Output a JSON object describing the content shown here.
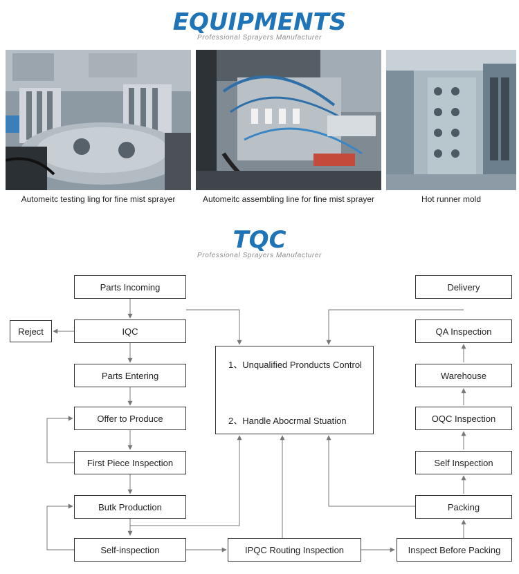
{
  "equipments": {
    "title": "EQUIPMENTS",
    "subtitle": "Professional Sprayers Manufacturer",
    "photos": [
      {
        "caption": "Automeitc testing ling for fine mist sprayer"
      },
      {
        "caption": "Automeitc assembling line for fine mist sprayer"
      },
      {
        "caption": "Hot runner mold"
      }
    ]
  },
  "tqc": {
    "title": "TQC",
    "subtitle": "Professional Sprayers Manufacturer"
  },
  "flow": {
    "left": {
      "parts_incoming": "Parts Incoming",
      "iqc": "IQC",
      "reject": "Reject",
      "parts_entering": "Parts Entering",
      "offer_to_produce": "Offer to Produce",
      "first_piece_inspection": "First Piece Inspection",
      "bulk_production": "Butk Production",
      "self_inspection": "Self-inspection"
    },
    "center": {
      "control_item_1": "1、Unqualified Pronducts Control",
      "control_item_2": "2、Handle Abocrmal Stuation",
      "ipqc": "IPQC Routing Inspection"
    },
    "right": {
      "delivery": "Delivery",
      "qa_inspection": "QA Inspection",
      "warehouse": "Warehouse",
      "oqc_inspection": "OQC Inspection",
      "self_inspection": "Self Inspection",
      "packing": "Packing",
      "inspect_before_packing": "Inspect Before Packing"
    }
  },
  "colors": {
    "heading": "#1f74b8",
    "subheading": "#8a8a8a",
    "box_border": "#333333",
    "arrow": "#777777"
  }
}
